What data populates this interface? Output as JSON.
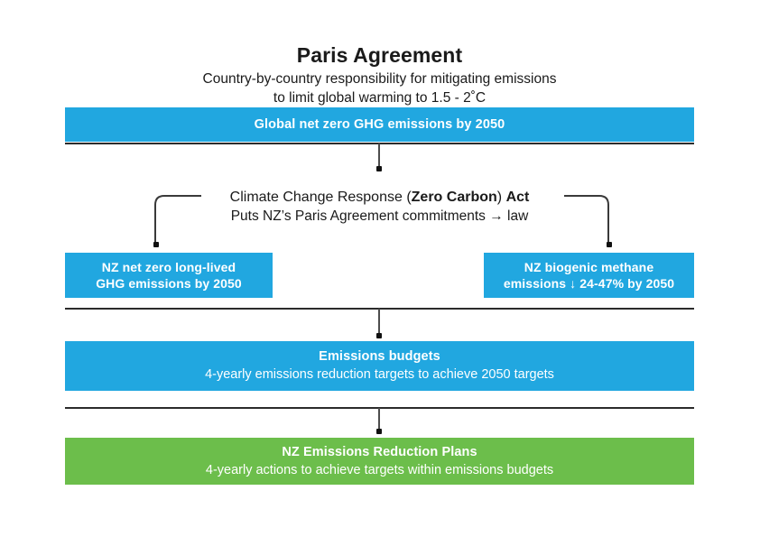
{
  "palette": {
    "blue": "#21a7e0",
    "green": "#6cbe4b",
    "text_dark": "#1a1a1a",
    "text_light": "#ffffff",
    "line": "#2b2b2b",
    "background": "#ffffff"
  },
  "header": {
    "title": "Paris Agreement",
    "subtitle_line1": "Country-by-country responsibility for mitigating emissions",
    "subtitle_line2": "to limit global warming to 1.5 - 2˚C"
  },
  "nodes": {
    "global_target": {
      "title": "Global net zero GHG emissions by 2050",
      "subtitle": "",
      "color": "#21a7e0"
    },
    "act": {
      "line1_prefix": "Climate Change Response (",
      "line1_bold": "Zero Carbon",
      "line1_mid": ") ",
      "line1_bold2": "Act",
      "line2": "Puts NZ’s Paris Agreement commitments  →  law"
    },
    "long_lived": {
      "title_line1": "NZ net zero long-lived",
      "title_line2": "GHG emissions by 2050",
      "color": "#21a7e0"
    },
    "biogenic_methane": {
      "title_line1": "NZ  biogenic methane",
      "title_line2": "emissions ↓ 24-47% by 2050",
      "color": "#21a7e0"
    },
    "emissions_budgets": {
      "title": "Emissions budgets",
      "subtitle": "4-yearly emissions reduction targets to achieve 2050 targets",
      "color": "#21a7e0"
    },
    "reduction_plans": {
      "title": "NZ Emissions Reduction Plans",
      "subtitle": "4-yearly actions to achieve targets within emissions budgets",
      "color": "#6cbe4b"
    }
  }
}
